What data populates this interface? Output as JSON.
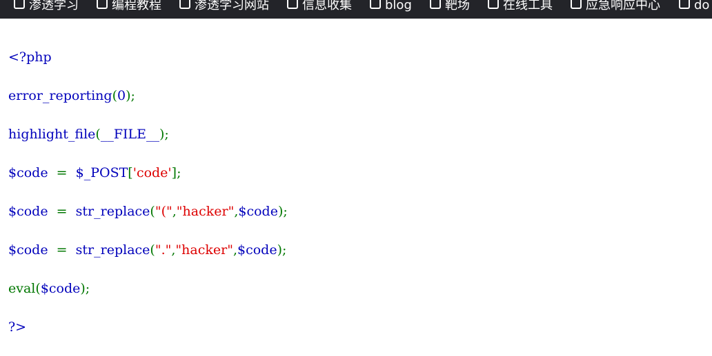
{
  "bookmarks": [
    {
      "label": "渗透学习"
    },
    {
      "label": "编程教程"
    },
    {
      "label": "渗透学习网站"
    },
    {
      "label": "信息收集"
    },
    {
      "label": "blog"
    },
    {
      "label": "靶场"
    },
    {
      "label": "在线工具"
    },
    {
      "label": "应急响应中心"
    },
    {
      "label": "do"
    }
  ],
  "source": {
    "line1": {
      "open_tag": "<?php"
    },
    "line2": {
      "fn": "error_reporting",
      "open": "(",
      "arg": "0",
      "close": ");"
    },
    "line3": {
      "fn": "highlight_file",
      "open": "(",
      "arg": "__FILE__",
      "close": ");"
    },
    "line4": {
      "var": "$code",
      "op": "  =  ",
      "post": "$_POST",
      "bracket_open": "[",
      "key": "'code'",
      "bracket_close": "];"
    },
    "line5": {
      "var": "$code",
      "op": "  =  ",
      "fn": "str_replace",
      "open": "(",
      "search": "\"(\"",
      "comma1": ",",
      "replace": "\"hacker\"",
      "comma2": ",",
      "subject": "$code",
      "close": ");"
    },
    "line6": {
      "var": "$code",
      "op": "  =  ",
      "fn": "str_replace",
      "open": "(",
      "search": "\".\"",
      "comma1": ",",
      "replace": "\"hacker\"",
      "comma2": ",",
      "subject": "$code",
      "close": ");"
    },
    "line7": {
      "fn": "eval",
      "open": "(",
      "arg": "$code",
      "close": ");"
    },
    "line8": {
      "close_tag": "?>"
    }
  },
  "colors": {
    "html": "#000000",
    "default": "#0000BB",
    "keyword": "#007700",
    "string": "#DD0000",
    "bookmarks_bar": "#232429"
  }
}
